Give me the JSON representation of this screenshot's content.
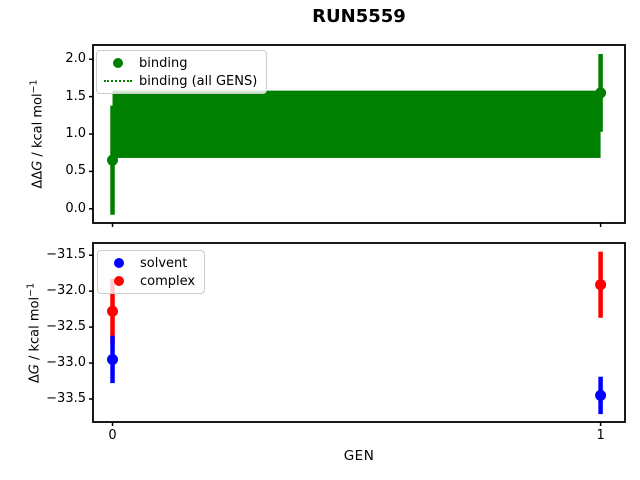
{
  "title": "RUN5559",
  "xaxis": {
    "label": "GEN",
    "ticks": [
      0,
      1
    ],
    "tick_labels": [
      "0",
      "1"
    ],
    "xlim": [
      -0.04,
      1.05
    ]
  },
  "colors": {
    "binding_green": "#008000",
    "solvent_blue": "#0000ff",
    "complex_red": "#ff0000",
    "axes_frame": "#000000"
  },
  "chart_data": [
    {
      "type": "scatter",
      "subplot": "top",
      "title": "RUN5559",
      "ylabel_text": "ΔΔG / kcal mol⁻¹",
      "ylabel_parts": {
        "prefix": "ΔΔ",
        "symbol": "G",
        "rest": " / kcal mol",
        "sup": "−1"
      },
      "ylim": [
        -0.19,
        2.19
      ],
      "yticks": [
        0.0,
        0.5,
        1.0,
        1.5,
        2.0
      ],
      "ytick_labels": [
        "0.0",
        "0.5",
        "1.0",
        "1.5",
        "2.0"
      ],
      "x": [
        0,
        1
      ],
      "grid": false,
      "legend_position": "upper-left",
      "series": [
        {
          "name": "binding",
          "color": "#008000",
          "marker": "circle",
          "y": [
            0.65,
            1.55
          ],
          "yerr": [
            0.73,
            0.52
          ]
        }
      ],
      "band": {
        "name": "binding (all GENS)",
        "color": "#008000",
        "center": 1.13,
        "half_width": 0.45,
        "lo": 0.68,
        "hi": 1.58,
        "x_span": [
          0,
          1
        ],
        "line_style": "dotted"
      },
      "legend": [
        {
          "label": "binding",
          "handle": "dot",
          "color": "#008000"
        },
        {
          "label": "binding (all GENS)",
          "handle": "dotted-line",
          "color": "#008000"
        }
      ]
    },
    {
      "type": "scatter",
      "subplot": "bottom",
      "ylabel_text": "ΔG / kcal mol⁻¹",
      "ylabel_parts": {
        "prefix": "Δ",
        "symbol": "G",
        "rest": " / kcal mol",
        "sup": "−1"
      },
      "ylim": [
        -33.82,
        -31.33
      ],
      "yticks": [
        -31.5,
        -32.0,
        -32.5,
        -33.0,
        -33.5
      ],
      "ytick_labels": [
        "−31.5",
        "−32.0",
        "−32.5",
        "−33.0",
        "−33.5"
      ],
      "x": [
        0,
        1
      ],
      "grid": false,
      "legend_position": "upper-left",
      "series": [
        {
          "name": "complex",
          "color": "#ff0000",
          "marker": "circle",
          "y": [
            -32.28,
            -31.91
          ],
          "yerr": [
            0.45,
            0.46
          ]
        },
        {
          "name": "solvent",
          "color": "#0000ff",
          "marker": "circle",
          "y": [
            -32.95,
            -33.45
          ],
          "yerr": [
            0.33,
            0.26
          ]
        }
      ],
      "legend": [
        {
          "label": "solvent",
          "handle": "dot",
          "color": "#0000ff"
        },
        {
          "label": "complex",
          "handle": "dot",
          "color": "#ff0000"
        }
      ]
    }
  ]
}
